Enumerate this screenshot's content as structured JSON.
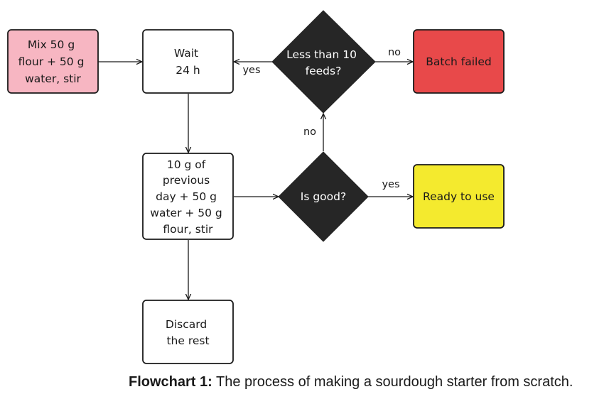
{
  "nodes": {
    "mix": {
      "lines": [
        "Mix 50 g",
        "flour + 50 g",
        "water, stir"
      ],
      "fill": "#f7b6c2"
    },
    "wait": {
      "lines": [
        "Wait",
        "24 h"
      ],
      "fill": "#ffffff"
    },
    "feed": {
      "lines": [
        "10 g of",
        "previous",
        "day + 50 g",
        "water + 50 g",
        "flour, stir"
      ],
      "fill": "#ffffff"
    },
    "discard": {
      "lines": [
        "Discard",
        "the rest"
      ],
      "fill": "#ffffff"
    },
    "is_good": {
      "lines": [
        "Is good?"
      ],
      "fill": "#262626"
    },
    "less_than_10": {
      "lines": [
        "Less than 10",
        "feeds?"
      ],
      "fill": "#262626"
    },
    "batch_failed": {
      "lines": [
        "Batch failed"
      ],
      "fill": "#e8494a"
    },
    "ready": {
      "lines": [
        "Ready to use"
      ],
      "fill": "#f4ea2e"
    }
  },
  "edge_labels": {
    "less_yes": "yes",
    "less_no": "no",
    "good_no": "no",
    "good_yes": "yes"
  },
  "caption": {
    "label": "Flowchart 1:",
    "text": " The process of making a sourdough starter from scratch."
  }
}
